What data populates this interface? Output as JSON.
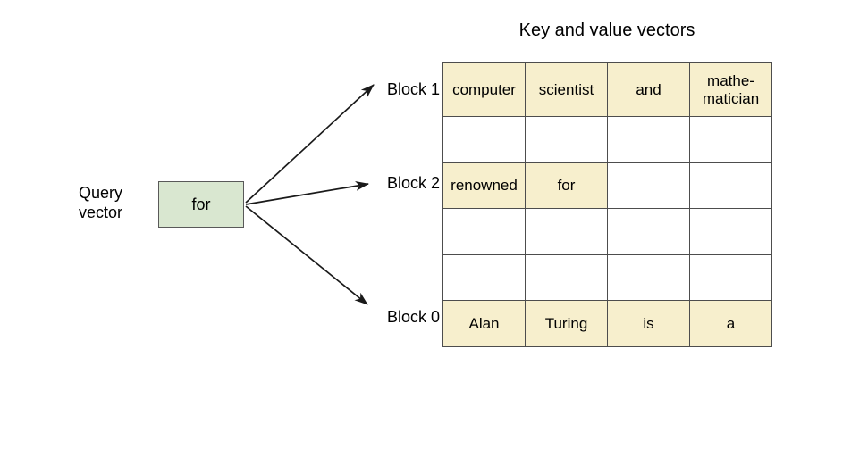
{
  "title": "Key and value vectors",
  "query": {
    "label_line1": "Query",
    "label_line2": "vector",
    "token": "for"
  },
  "colors": {
    "query_fill": "#d9e7d0",
    "cell_fill": "#f7efcd",
    "cell_empty": "#ffffff",
    "border": "#4d4d4d",
    "text": "#000000"
  },
  "block_labels": [
    {
      "id": "block-1",
      "text": "Block 1",
      "row_index": 0
    },
    {
      "id": "block-2",
      "text": "Block 2",
      "row_index": 2
    },
    {
      "id": "block-0",
      "text": "Block 0",
      "row_index": 5
    }
  ],
  "grid": {
    "rows": 6,
    "columns": 4,
    "cells": [
      [
        {
          "text": "computer",
          "filled": true
        },
        {
          "text": "scientist",
          "filled": true
        },
        {
          "text": "and",
          "filled": true
        },
        {
          "text": "mathe-\nmatician",
          "filled": true
        }
      ],
      [
        {
          "text": "",
          "filled": false
        },
        {
          "text": "",
          "filled": false
        },
        {
          "text": "",
          "filled": false
        },
        {
          "text": "",
          "filled": false
        }
      ],
      [
        {
          "text": "renowned",
          "filled": true
        },
        {
          "text": "for",
          "filled": true
        },
        {
          "text": "",
          "filled": false
        },
        {
          "text": "",
          "filled": false
        }
      ],
      [
        {
          "text": "",
          "filled": false
        },
        {
          "text": "",
          "filled": false
        },
        {
          "text": "",
          "filled": false
        },
        {
          "text": "",
          "filled": false
        }
      ],
      [
        {
          "text": "",
          "filled": false
        },
        {
          "text": "",
          "filled": false
        },
        {
          "text": "",
          "filled": false
        },
        {
          "text": "",
          "filled": false
        }
      ],
      [
        {
          "text": "Alan",
          "filled": true
        },
        {
          "text": "Turing",
          "filled": true
        },
        {
          "text": "is",
          "filled": true
        },
        {
          "text": "a",
          "filled": true
        }
      ]
    ]
  },
  "arrows": [
    {
      "id": "arrow-to-block-1",
      "from": "query-vector",
      "to": "block-1"
    },
    {
      "id": "arrow-to-block-2",
      "from": "query-vector",
      "to": "block-2"
    },
    {
      "id": "arrow-to-block-0",
      "from": "query-vector",
      "to": "block-0"
    }
  ]
}
